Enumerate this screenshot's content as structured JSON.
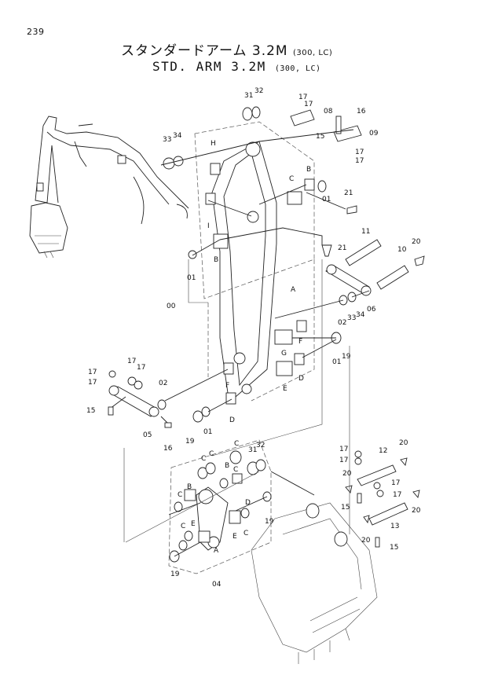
{
  "page_number": "239",
  "title": {
    "jp_main": "スタンダードアーム 3.2M",
    "jp_sub": "(300, LC)",
    "en_main": "STD. ARM 3.2M",
    "en_sub": "(300, LC)"
  },
  "callouts": {
    "c31a": "31",
    "c32a": "32",
    "c17a": "17",
    "c17b": "17",
    "c08": "08",
    "c16a": "16",
    "c33a": "33",
    "c34a": "34",
    "cHa": "H",
    "c15a": "15",
    "c09": "09",
    "c17c": "17",
    "c17d": "17",
    "cC1": "C",
    "cB1": "B",
    "c01a": "01",
    "c21a": "21",
    "cIa": "I",
    "c11": "11",
    "c20a": "20",
    "c21b": "21",
    "cB2": "B",
    "c01b": "01",
    "c10": "10",
    "cA1": "A",
    "c00": "00",
    "c06": "06",
    "c02a": "02",
    "c33b": "33",
    "c34b": "34",
    "cG1": "G",
    "cF1": "F",
    "c01c": "01",
    "c19a": "19",
    "c17e": "17",
    "c17f": "17",
    "c17g": "17",
    "cF2": "F",
    "cD1": "D",
    "cE1": "E",
    "c02b": "02",
    "c15b": "15",
    "c05": "05",
    "c19b": "19",
    "c01d": "01",
    "cD2": "D",
    "c16b": "16",
    "c17h": "17",
    "c17i": "17",
    "c12": "12",
    "c20b": "20",
    "c20c": "20",
    "c17j": "17",
    "c17k": "17",
    "c15c": "15",
    "c20d": "20",
    "c20e": "20",
    "c13": "13",
    "c15d": "15",
    "cC2": "C",
    "cC3": "C",
    "cC4": "C",
    "cB3": "B",
    "cB4": "B",
    "cC5": "C",
    "cC6": "C",
    "cD3": "D",
    "cC7": "C",
    "cE2": "E",
    "cE3": "E",
    "cC8": "C",
    "cA2": "A",
    "c19c": "19",
    "c19d": "19",
    "c04": "04",
    "c31b": "31",
    "c32b": "32"
  }
}
